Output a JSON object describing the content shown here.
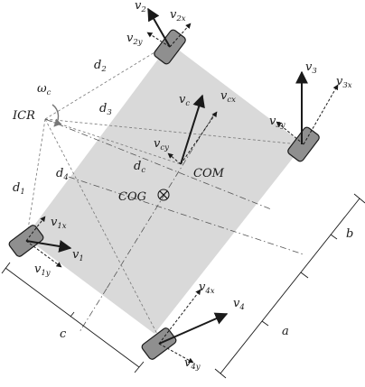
{
  "labels": {
    "icr": "ICR",
    "com": "COM",
    "cog": "COG",
    "omega": "ω",
    "omega_sub": "c",
    "a": "a",
    "b": "b",
    "c": "c",
    "d1": "d",
    "d1_sub": "1",
    "d2": "d",
    "d2_sub": "2",
    "d3": "d",
    "d3_sub": "3",
    "d4": "d",
    "d4_sub": "4",
    "dc": "d",
    "dc_sub": "c",
    "vc": "v",
    "vc_sub": "c",
    "vcx": "v",
    "vcx_sub": "cx",
    "vcy": "v",
    "vcy_sub": "cy",
    "v1": "v",
    "v1_sub": "1",
    "v1x": "v",
    "v1x_sub": "1x",
    "v1y": "v",
    "v1y_sub": "1y",
    "v2": "v",
    "v2_sub": "2",
    "v2x": "v",
    "v2x_sub": "2x",
    "v2y": "v",
    "v2y_sub": "2y",
    "v3": "v",
    "v3_sub": "3",
    "v3x": "v",
    "v3x_sub": "3x",
    "v3y": "v",
    "v3y_sub": "3y",
    "v4": "v",
    "v4_sub": "4",
    "v4x": "v",
    "v4x_sub": "4x",
    "v4y": "v",
    "v4y_sub": "4y"
  },
  "colors": {
    "body_fill": "#d9d9d9",
    "wheel_fill": "#8f8f8f",
    "ink": "#1a1a1a",
    "guide": "#555555"
  },
  "icons": {
    "cog_marker": "circled-times-icon",
    "rotation": "curved-arrow-icon"
  }
}
